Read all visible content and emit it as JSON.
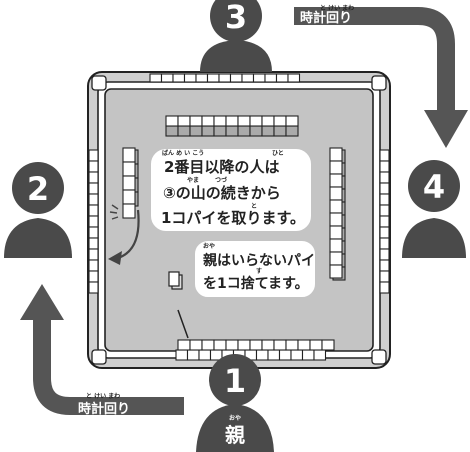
{
  "players": [
    {
      "number": "1",
      "label": "親",
      "label_ruby": "おや"
    },
    {
      "number": "2"
    },
    {
      "number": "3"
    },
    {
      "number": "4"
    }
  ],
  "direction_label": "時計回り",
  "direction_ruby": "と けい まわ",
  "callouts": {
    "draw_rule": {
      "lines": [
        "2番目以降の人は",
        "③の山の続きから",
        "1コパイを取ります。"
      ],
      "ruby": [
        "ばん め い こう",
        "ひと",
        "やま",
        "つづ",
        "と"
      ]
    },
    "discard_rule": {
      "lines": [
        "親はいらないパイ",
        "を1コ捨てます。"
      ],
      "ruby": [
        "おや",
        "す"
      ]
    }
  },
  "colors": {
    "person": "#4a4a4a",
    "arrow": "#5a5a5a",
    "table": "#c4c4c4",
    "board": "#e6e6e6",
    "tile": "#ffffff",
    "outline": "#222222"
  },
  "icons": {
    "draw_arrow": "curved-arrow-icon",
    "tile": "mahjong-tile-icon"
  }
}
